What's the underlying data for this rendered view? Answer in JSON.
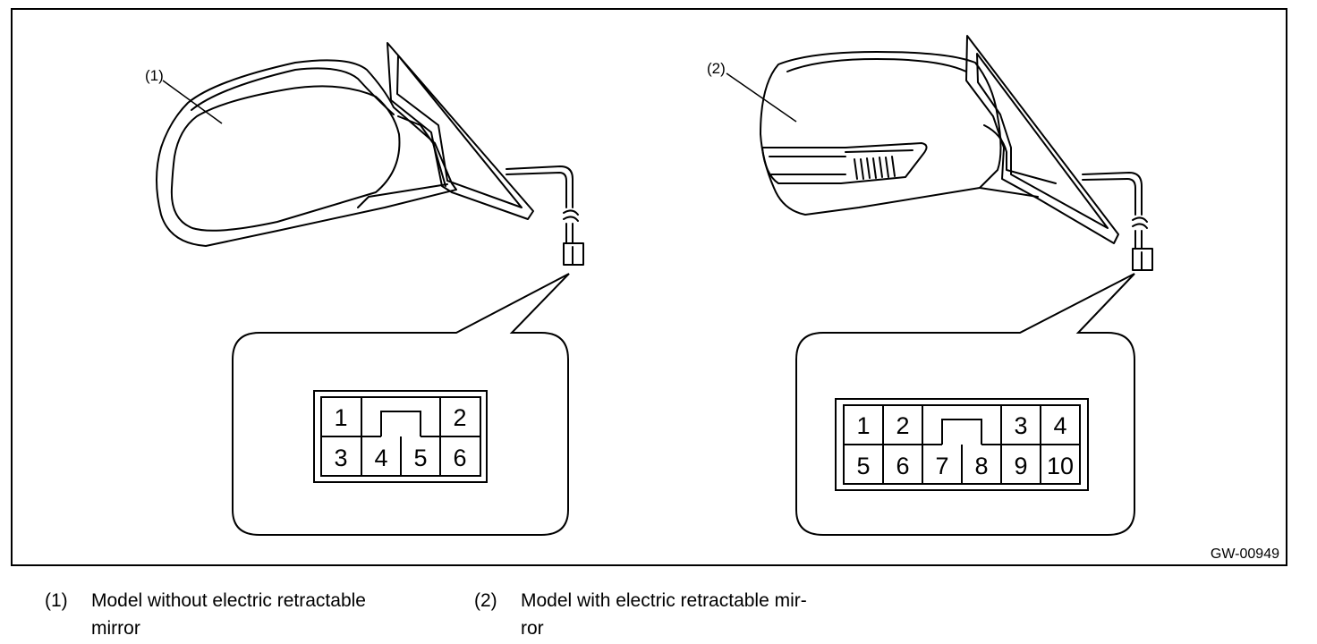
{
  "figure": {
    "id": "GW-00949",
    "callout_1": "(1)",
    "callout_2": "(2)"
  },
  "connector_1": {
    "top_row": [
      "1",
      "2"
    ],
    "bottom_row": [
      "3",
      "4",
      "5",
      "6"
    ]
  },
  "connector_2": {
    "top_row": [
      "1",
      "2",
      "3",
      "4"
    ],
    "bottom_row": [
      "5",
      "6",
      "7",
      "8",
      "9",
      "10"
    ]
  },
  "captions": [
    {
      "num": "(1)",
      "line1": "Model without electric retractable",
      "line2": "mirror"
    },
    {
      "num": "(2)",
      "line1": "Model with electric retractable mir-",
      "line2": "ror"
    }
  ]
}
